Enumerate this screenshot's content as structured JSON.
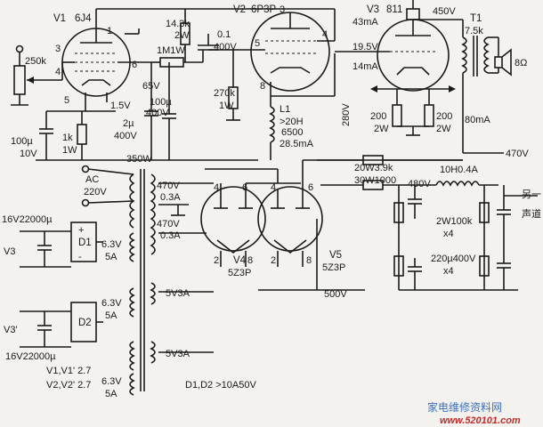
{
  "v1": {
    "name": "V1",
    "type": "6J4",
    "pin1": "1",
    "pin3": "3",
    "pin4": "4",
    "pin5": "5",
    "pin6": "6",
    "cathode_v": "1.5V",
    "plate_v": "65V",
    "r_plate": "1M1W",
    "c_cathode": {
      "value": "100µ",
      "voltage": "10V"
    },
    "r_cathode": {
      "value": "1k",
      "power": "1W"
    },
    "c_2u": {
      "value": "2µ",
      "voltage": "400V"
    },
    "c_100u": {
      "value": "100µ",
      "voltage": "400V"
    }
  },
  "input": {
    "pot": "250k"
  },
  "stage2": {
    "r_load": {
      "value": "14.3k",
      "power": "2W"
    },
    "c_coupling": {
      "value": "0.1",
      "voltage": "400V"
    },
    "r_grid": {
      "value": "270k",
      "power": "1W"
    },
    "l1": {
      "name": "L1",
      "inductance": ">20H",
      "resistance": "6500",
      "current": "28.5mA"
    }
  },
  "v2": {
    "name": "V2",
    "type": "6P3P",
    "pin3": "3",
    "pin4": "4",
    "pin5": "5",
    "pin8": "8"
  },
  "v3": {
    "name": "V3",
    "type": "811",
    "current_a": "43mA",
    "grid_v": "19.5V",
    "current_b": "14mA",
    "plate_v": "450V",
    "r_a": {
      "value": "200",
      "power": "2W"
    },
    "r_b": {
      "value": "200",
      "power": "2W"
    }
  },
  "t1": {
    "name": "T1",
    "impedance": "7.5k",
    "speaker": "8Ω",
    "current": "80mA"
  },
  "nodes": {
    "v280": "280V",
    "v470": "470V",
    "v480": "480V",
    "v500": "500V"
  },
  "power": {
    "hv": "350W",
    "ac": "AC",
    "ac_v": "220V",
    "heater1": {
      "v": "470V",
      "i": "0.3A"
    },
    "heater2": {
      "v": "470V",
      "i": "0.3A"
    },
    "rect1": "5V3A",
    "rect2": "5V3A",
    "w1": {
      "v": "6.3V",
      "i": "5A"
    },
    "w2": {
      "v": "6.3V",
      "i": "5A"
    },
    "w3": {
      "v": "6.3V",
      "i": "5A"
    },
    "diode_note": "D1,D2 >10A50V"
  },
  "rect": {
    "v4": {
      "name": "V4",
      "type": "5Z3P",
      "pin2": "2",
      "pin4": "4",
      "pin6": "6",
      "pin8": "8"
    },
    "v5": {
      "name": "V5",
      "type": "5Z3P",
      "pin2": "2",
      "pin4": "4",
      "pin6": "6",
      "pin8": "8"
    }
  },
  "filter": {
    "r1": "20W3.9k",
    "r2": "30W1000",
    "choke": "10H0.4A",
    "bleeder": "2W100k",
    "bleeder_count": "x4",
    "caps": "220µ400V",
    "caps_count": "x4",
    "other1": "另一",
    "other2": "声道"
  },
  "heaters": {
    "d1": {
      "name": "D1",
      "cap": "16V22000µ",
      "out": "V3",
      "plus": "+",
      "minus": "-"
    },
    "d2": {
      "name": "D2",
      "cap": "16V22000µ",
      "out": "V3'"
    },
    "note1": "V1,V1' 2.7",
    "note2": "V2,V2' 2.7"
  },
  "watermark": {
    "cn": "家电维修资料网",
    "url": "www.520101.com"
  }
}
